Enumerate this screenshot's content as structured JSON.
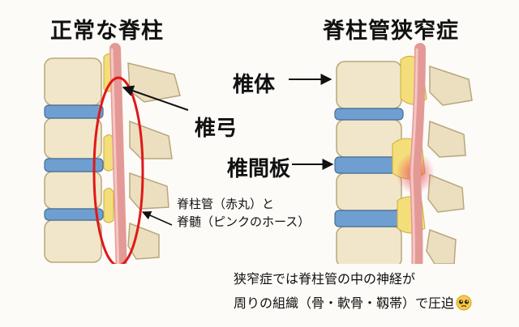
{
  "titles": {
    "left": "正常な脊柱",
    "right": "脊柱管狭窄症"
  },
  "labels": {
    "vertebral_body": "椎体",
    "vertebral_arch": "椎弓",
    "intervertebral_disc": "椎間板",
    "spinal_canal_line1": "脊柱管（赤丸）と",
    "spinal_canal_line2": "脊髄（ピンクのホース）"
  },
  "caption": {
    "line1": "狭窄症では脊柱管の中の神経が",
    "line2": "周りの組織（骨・軟骨・靱帯）で圧迫"
  },
  "emoji_icon": "pleading-face-icon",
  "colors": {
    "bone": "#f1e6c9",
    "bone_shadow": "#d8c9a2",
    "disc": "#6f9fd0",
    "disc_dark": "#456f9c",
    "spinal_cord": "#e39a96",
    "ligament": "#f4de7a",
    "inflammation": "#e8485a",
    "highlight_circle": "#e01818"
  }
}
